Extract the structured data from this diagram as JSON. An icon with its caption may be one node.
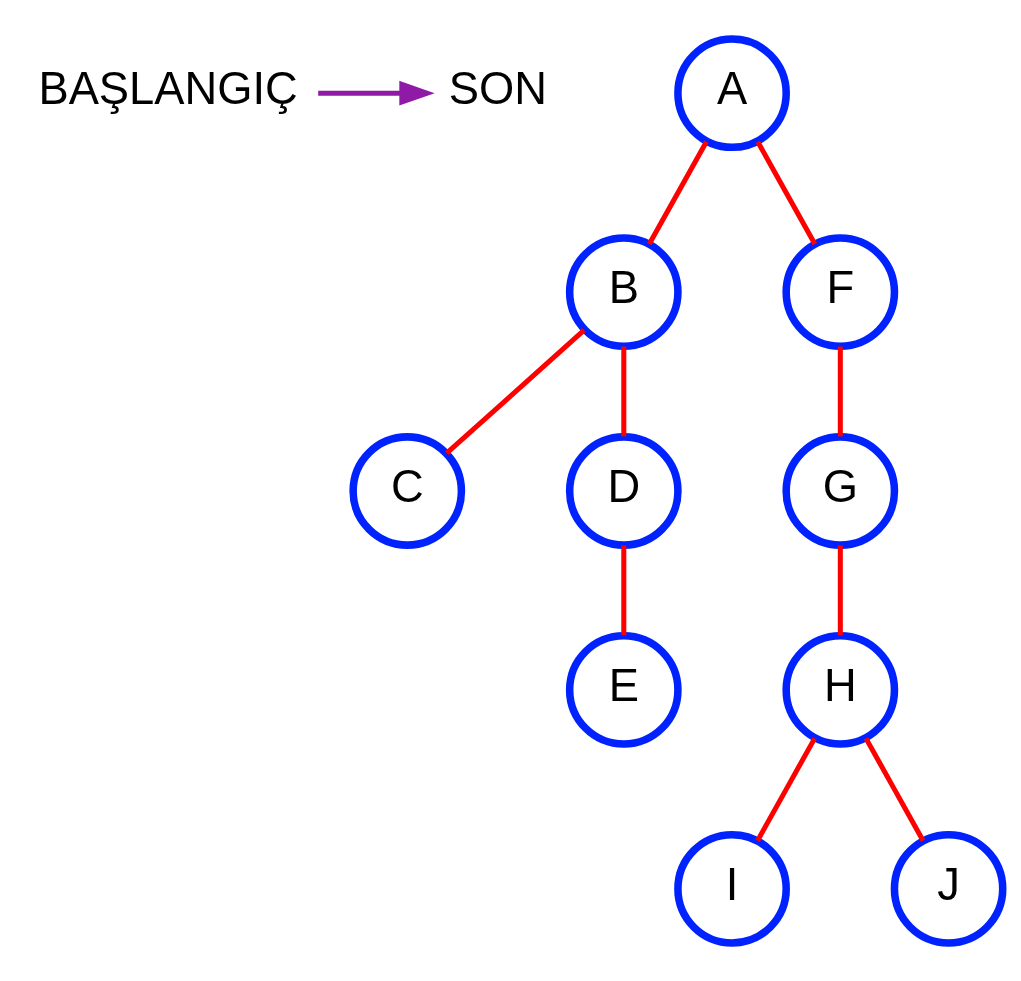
{
  "diagram": {
    "nodes": [
      {
        "text": [
          "BAŞLANGIÇ"
        ]
      },
      {
        "text": [
          "A"
        ]
      },
      {
        "text": [
          "SON"
        ]
      },
      {
        "text": [
          "B"
        ]
      },
      {
        "text": [
          "F"
        ]
      },
      {
        "text": [
          "C"
        ]
      },
      {
        "text": [
          "D"
        ]
      },
      {
        "text": [
          "G"
        ]
      },
      {
        "text": [
          "E"
        ]
      },
      {
        "text": [
          "H"
        ]
      },
      {
        "text": [
          "I"
        ]
      },
      {
        "text": [
          "J"
        ]
      }
    ],
    "edges": [
      {
        "from": 1,
        "to": 3,
        "arrow": "none"
      },
      {
        "from": 1,
        "to": 4,
        "arrow": "none"
      },
      {
        "from": 3,
        "to": 5,
        "arrow": "none"
      },
      {
        "from": 3,
        "to": 6,
        "arrow": "none"
      },
      {
        "from": 6,
        "to": 8,
        "arrow": "none"
      },
      {
        "from": 4,
        "to": 7,
        "arrow": "none"
      },
      {
        "from": 7,
        "to": 9,
        "arrow": "none"
      },
      {
        "from": 9,
        "to": 10,
        "arrow": "none"
      },
      {
        "from": 9,
        "to": 11,
        "arrow": "none"
      },
      {
        "from": 0,
        "to": 2,
        "arrow": "to",
        "color": "#8e1aa6"
      }
    ]
  }
}
